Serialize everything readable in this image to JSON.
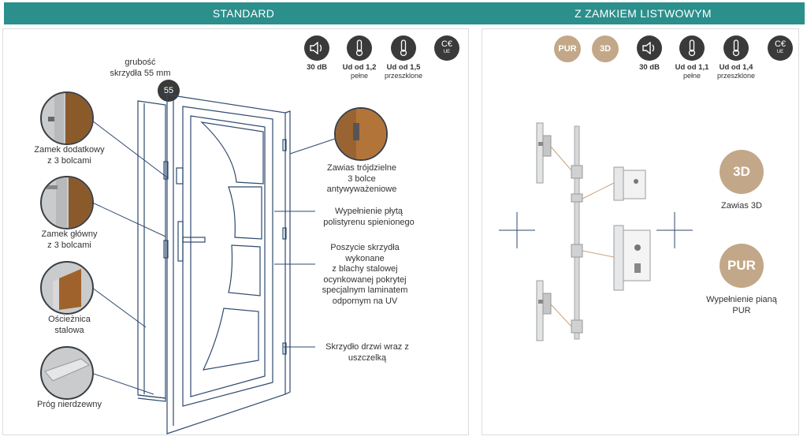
{
  "colors": {
    "header": "#2b8f8c",
    "line": "#2e4a6e",
    "dark_icon": "#3a3a3a",
    "beige": "#c2a888"
  },
  "standard": {
    "title": "STANDARD",
    "icons": [
      {
        "icon": "speaker-icon",
        "value": "30 dB",
        "sub": ""
      },
      {
        "icon": "thermometer-icon",
        "value": "Ud od 1,2",
        "sub": "pełne"
      },
      {
        "icon": "thermometer-icon",
        "value": "Ud od 1,5",
        "sub": "przeszklone"
      },
      {
        "icon": "ce-mark-icon",
        "value": "",
        "sub": ""
      }
    ],
    "ce_text": "C€",
    "ce_sub": "UE",
    "thickness_label": "grubość\nskrzydła 55 mm",
    "thickness_badge": "55",
    "left_labels": [
      "Zamek dodatkowy\nz 3 bolcami",
      "Zamek główny\nz 3 bolcami",
      "Ościeżnica\nstalowa",
      "Próg nierdzewny"
    ],
    "right_labels": [
      "Zawias trójdzielne\n3 bolce\nantywyważeniowe",
      "Wypełnienie płytą\npolistyrenu spienionego",
      "Poszycie skrzydła\nwykonane\nz blachy stalowej\nocynkowanej pokrytej\nspecjalnym laminatem\nodpornym na UV",
      "Skrzydło drzwi wraz z\nuszczelką"
    ]
  },
  "listwowy": {
    "title": "Z ZAMKIEM LISTWOWYM",
    "badges": [
      "PUR",
      "3D"
    ],
    "icons": [
      {
        "icon": "speaker-icon",
        "value": "30 dB",
        "sub": ""
      },
      {
        "icon": "thermometer-icon",
        "value": "Ud od 1,1",
        "sub": "pełne"
      },
      {
        "icon": "thermometer-icon",
        "value": "Ud od 1,4",
        "sub": "przeszklone"
      },
      {
        "icon": "ce-mark-icon",
        "value": "",
        "sub": ""
      }
    ],
    "ce_text": "C€",
    "ce_sub": "UE",
    "features": [
      {
        "badge": "3D",
        "label": "Zawias 3D"
      },
      {
        "badge": "PUR",
        "label": "Wypełnienie pianą\nPUR"
      }
    ]
  }
}
